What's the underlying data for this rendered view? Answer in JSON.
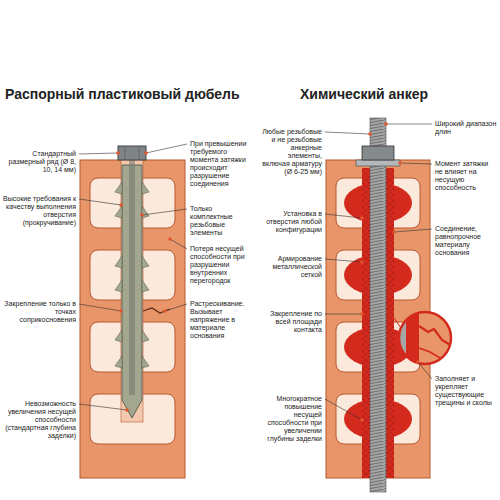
{
  "diagram": {
    "labels": [
      "Распорный пластиковый дюбель",
      "Стандартный размерный ряд (Ø 8, 10, 14 мм)",
      "Высокие требования к качеству выполнения отверстия (прокручивание)",
      "Закрепление только в точках соприкосновения",
      "Невозможность увеличения несущей способности (стандартная глубина заделки)",
      "При превышении требуемого момента затяжки происходит разрушение соединения",
      "Только комплектные резьбовые элементы",
      "Потеря несущей способности при разрушении внутренних перегородок",
      "Растрескивание. Вызывает напряжение в материале основания",
      "Химический анкер",
      "Любые резьбовые и не резьбовые анкерные элементы, включая арматуру (Ø 6-25 мм)",
      "Установка в отверстия любой конфигурации",
      "Армирование металлической сеткой",
      "Закрепление по всей площади контакта",
      "Многократное повышение несущей способности при увеличении глубины заделки",
      "Широкий диапазон длин",
      "Момент затяжки не влияет на несущую способность",
      "Соединение, равнопрочное материалу основания",
      "Заполняет и укрепляет существующие трещины и сколы"
    ]
  }
}
